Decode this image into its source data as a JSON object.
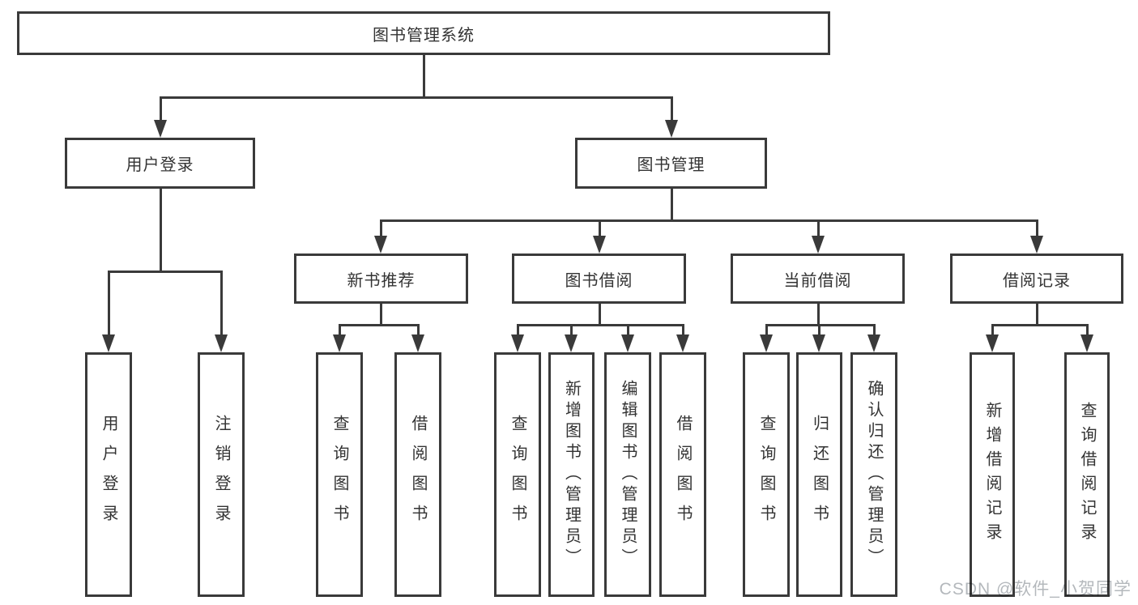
{
  "tree": {
    "root": {
      "label": "图书管理系统"
    },
    "user_login": {
      "label": "用户登录",
      "children": [
        {
          "label": "用户登录"
        },
        {
          "label": "注销登录"
        }
      ]
    },
    "book_mgmt": {
      "label": "图书管理",
      "children": [
        {
          "label": "新书推荐",
          "children": [
            {
              "label": "查询图书"
            },
            {
              "label": "借阅图书"
            }
          ]
        },
        {
          "label": "图书借阅",
          "children": [
            {
              "label": "查询图书"
            },
            {
              "label": "新增图书（管理员）"
            },
            {
              "label": "编辑图书（管理员）"
            },
            {
              "label": "借阅图书"
            }
          ]
        },
        {
          "label": "当前借阅",
          "children": [
            {
              "label": "查询图书"
            },
            {
              "label": "归还图书"
            },
            {
              "label": "确认归还（管理员）"
            }
          ]
        },
        {
          "label": "借阅记录",
          "children": [
            {
              "label": "新增借阅记录"
            },
            {
              "label": "查询借阅记录"
            }
          ]
        }
      ]
    }
  },
  "watermark": "CSDN @软件_小贺同学",
  "colors": {
    "line": "#3a3a3a",
    "text": "#333333",
    "watermark": "#b4b8bc",
    "background": "#ffffff"
  }
}
